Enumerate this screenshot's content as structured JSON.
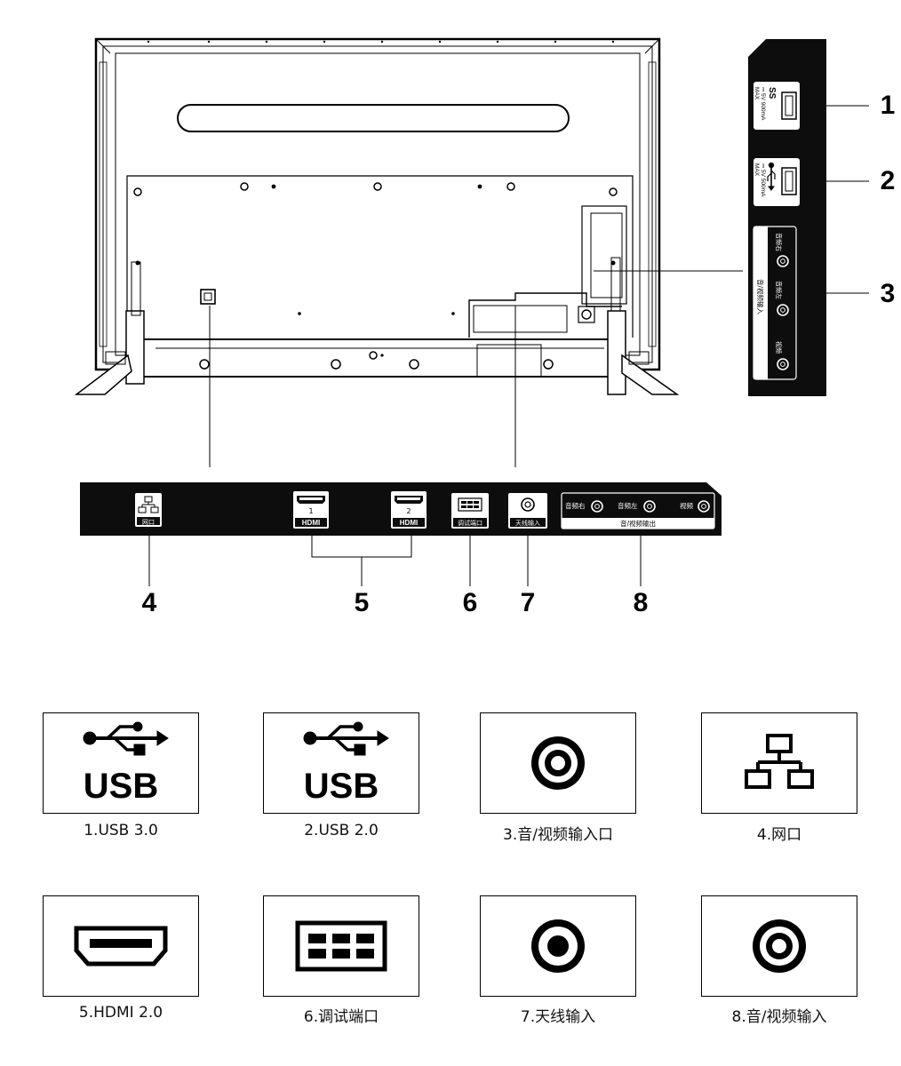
{
  "callouts": [
    "1",
    "2",
    "3",
    "4",
    "5",
    "6",
    "7",
    "8"
  ],
  "side_panel": {
    "usb1_spec": "⎓ 5V 900mA",
    "usb1_max": "MAX",
    "usb1_logo": "SS",
    "usb2_spec": "⎓ 5V 500mA",
    "usb2_max": "MAX",
    "av_in_group": "音/视频输入",
    "av_right": "音频右",
    "av_left": "音频左",
    "av_video": "视频"
  },
  "bottom_panel": {
    "lan": "网口",
    "hdmi1_num": "1",
    "hdmi2_num": "2",
    "hdmi_logo": "HDMI",
    "debug": "调试端口",
    "antenna": "天线输入",
    "av_right": "音频右",
    "av_left": "音频左",
    "av_video": "视频",
    "av_out_group": "音/视频输出"
  },
  "legend": [
    {
      "icon": "usb-icon",
      "text": "USB",
      "caption": "1.USB 3.0"
    },
    {
      "icon": "usb-icon",
      "text": "USB",
      "caption": "2.USB 2.0"
    },
    {
      "icon": "rca-jack-icon",
      "caption": "3.音/视频输入口"
    },
    {
      "icon": "network-icon",
      "caption": "4.网口"
    },
    {
      "icon": "hdmi-icon",
      "caption": "5.HDMI 2.0"
    },
    {
      "icon": "debug-port-icon",
      "caption": "6.调试端口"
    },
    {
      "icon": "antenna-jack-icon",
      "caption": "7.天线输入"
    },
    {
      "icon": "rca-jack-icon",
      "caption": "8.音/视频输入"
    }
  ]
}
